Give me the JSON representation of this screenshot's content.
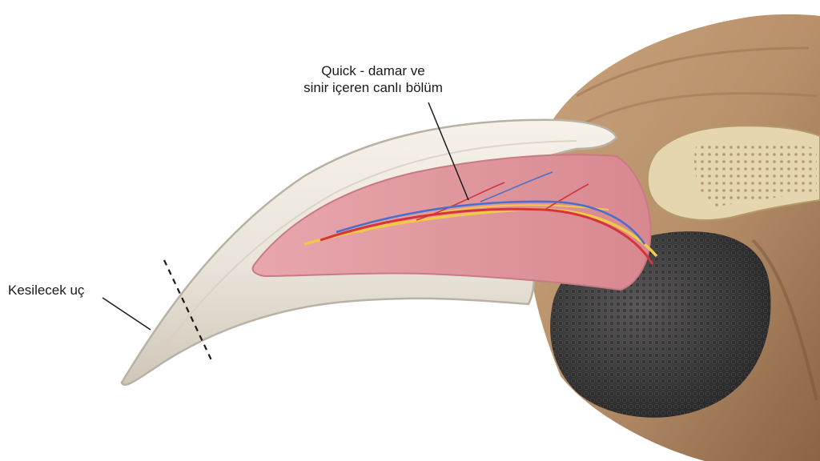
{
  "labels": {
    "quick_line1": "Quick - damar ve",
    "quick_line2": "sinir içeren canlı bölüm",
    "cut_tip": "Kesilecek uç"
  },
  "colors": {
    "fur": "#b8916b",
    "fur_dark": "#8a6444",
    "claw_shell": "#e9e4da",
    "claw_edge": "#b9b1a3",
    "quick_tissue": "#e39aa0",
    "artery": "#d6333a",
    "vein": "#4a6fc9",
    "nerve": "#f1c94a",
    "pad": "#3b3a3a",
    "bone": "#e6d6b0"
  },
  "icons": [
    "cut-line-dashed"
  ]
}
